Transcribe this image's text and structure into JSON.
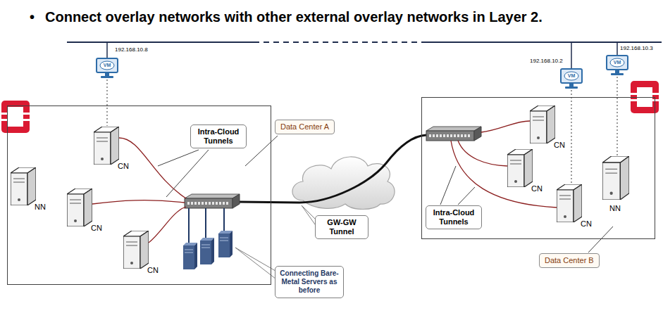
{
  "diagram": {
    "title": "Connect overlay networks with other external overlay networks in Layer 2.",
    "nodes": [
      {
        "text": [
          "VM",
          "192.168.10.8"
        ]
      },
      {
        "text": [
          "VM",
          "192.168.10.2"
        ]
      },
      {
        "text": [
          "VM",
          "192.168.10.3"
        ]
      },
      {
        "text": [
          "Data Center A"
        ]
      },
      {
        "text": [
          "CN"
        ],
        "in": 3
      },
      {
        "text": [
          "NN"
        ],
        "in": 3
      },
      {
        "text": [
          "CN"
        ],
        "in": 3
      },
      {
        "text": [
          "CN"
        ],
        "in": 3
      },
      {
        "text": [
          "Intra-Cloud Tunnels"
        ],
        "in": 3
      },
      {
        "text": [
          "Connecting Bare-Metal Servers as before"
        ]
      },
      {
        "text": [
          "GW-GW Tunnel"
        ]
      },
      {
        "text": [
          "Data Center B"
        ]
      },
      {
        "text": [
          "CN"
        ],
        "in": 11
      },
      {
        "text": [
          "CN"
        ],
        "in": 11
      },
      {
        "text": [
          "NN"
        ],
        "in": 11
      },
      {
        "text": [
          "CN"
        ],
        "in": 11
      },
      {
        "text": [
          "Intra-Cloud Tunnels"
        ],
        "in": 11
      }
    ],
    "edges": [
      {
        "from": 0,
        "to": 4,
        "arrow": "none"
      },
      {
        "from": 1,
        "to": 15,
        "arrow": "none"
      },
      {
        "from": 2,
        "to": 14,
        "arrow": "none"
      }
    ],
    "labels": [
      "•"
    ]
  }
}
